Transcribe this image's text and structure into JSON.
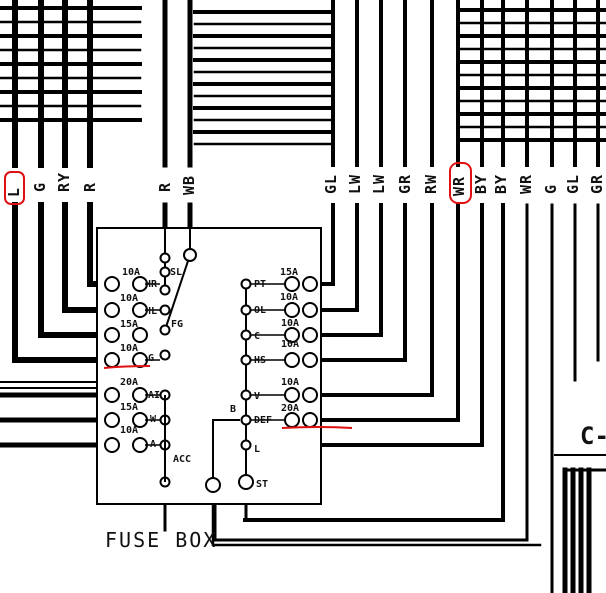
{
  "title": "FUSE BOX",
  "connector_label": "C",
  "wire_labels_top": [
    "L",
    "G",
    "RY",
    "R",
    "R",
    "WB",
    "GL",
    "LW",
    "LW",
    "GR",
    "RW",
    "WR",
    "BY",
    "BY",
    "WR",
    "G",
    "GL",
    "GR"
  ],
  "fuse_left": {
    "ratings": [
      "10A",
      "10A",
      "15A",
      "10A",
      "20A",
      "15A",
      "10A"
    ],
    "terminals": [
      "SL",
      "HR",
      "HL",
      "FG",
      "G",
      "AI",
      "W",
      "A",
      "ACC"
    ]
  },
  "fuse_right": {
    "ratings": [
      "15A",
      "10A",
      "10A",
      "10A",
      "10A",
      "20A"
    ],
    "terminals": [
      "PT",
      "OL",
      "C",
      "HS",
      "V",
      "B",
      "DEF",
      "L",
      "ST"
    ]
  },
  "annotation_color": "#e01010"
}
